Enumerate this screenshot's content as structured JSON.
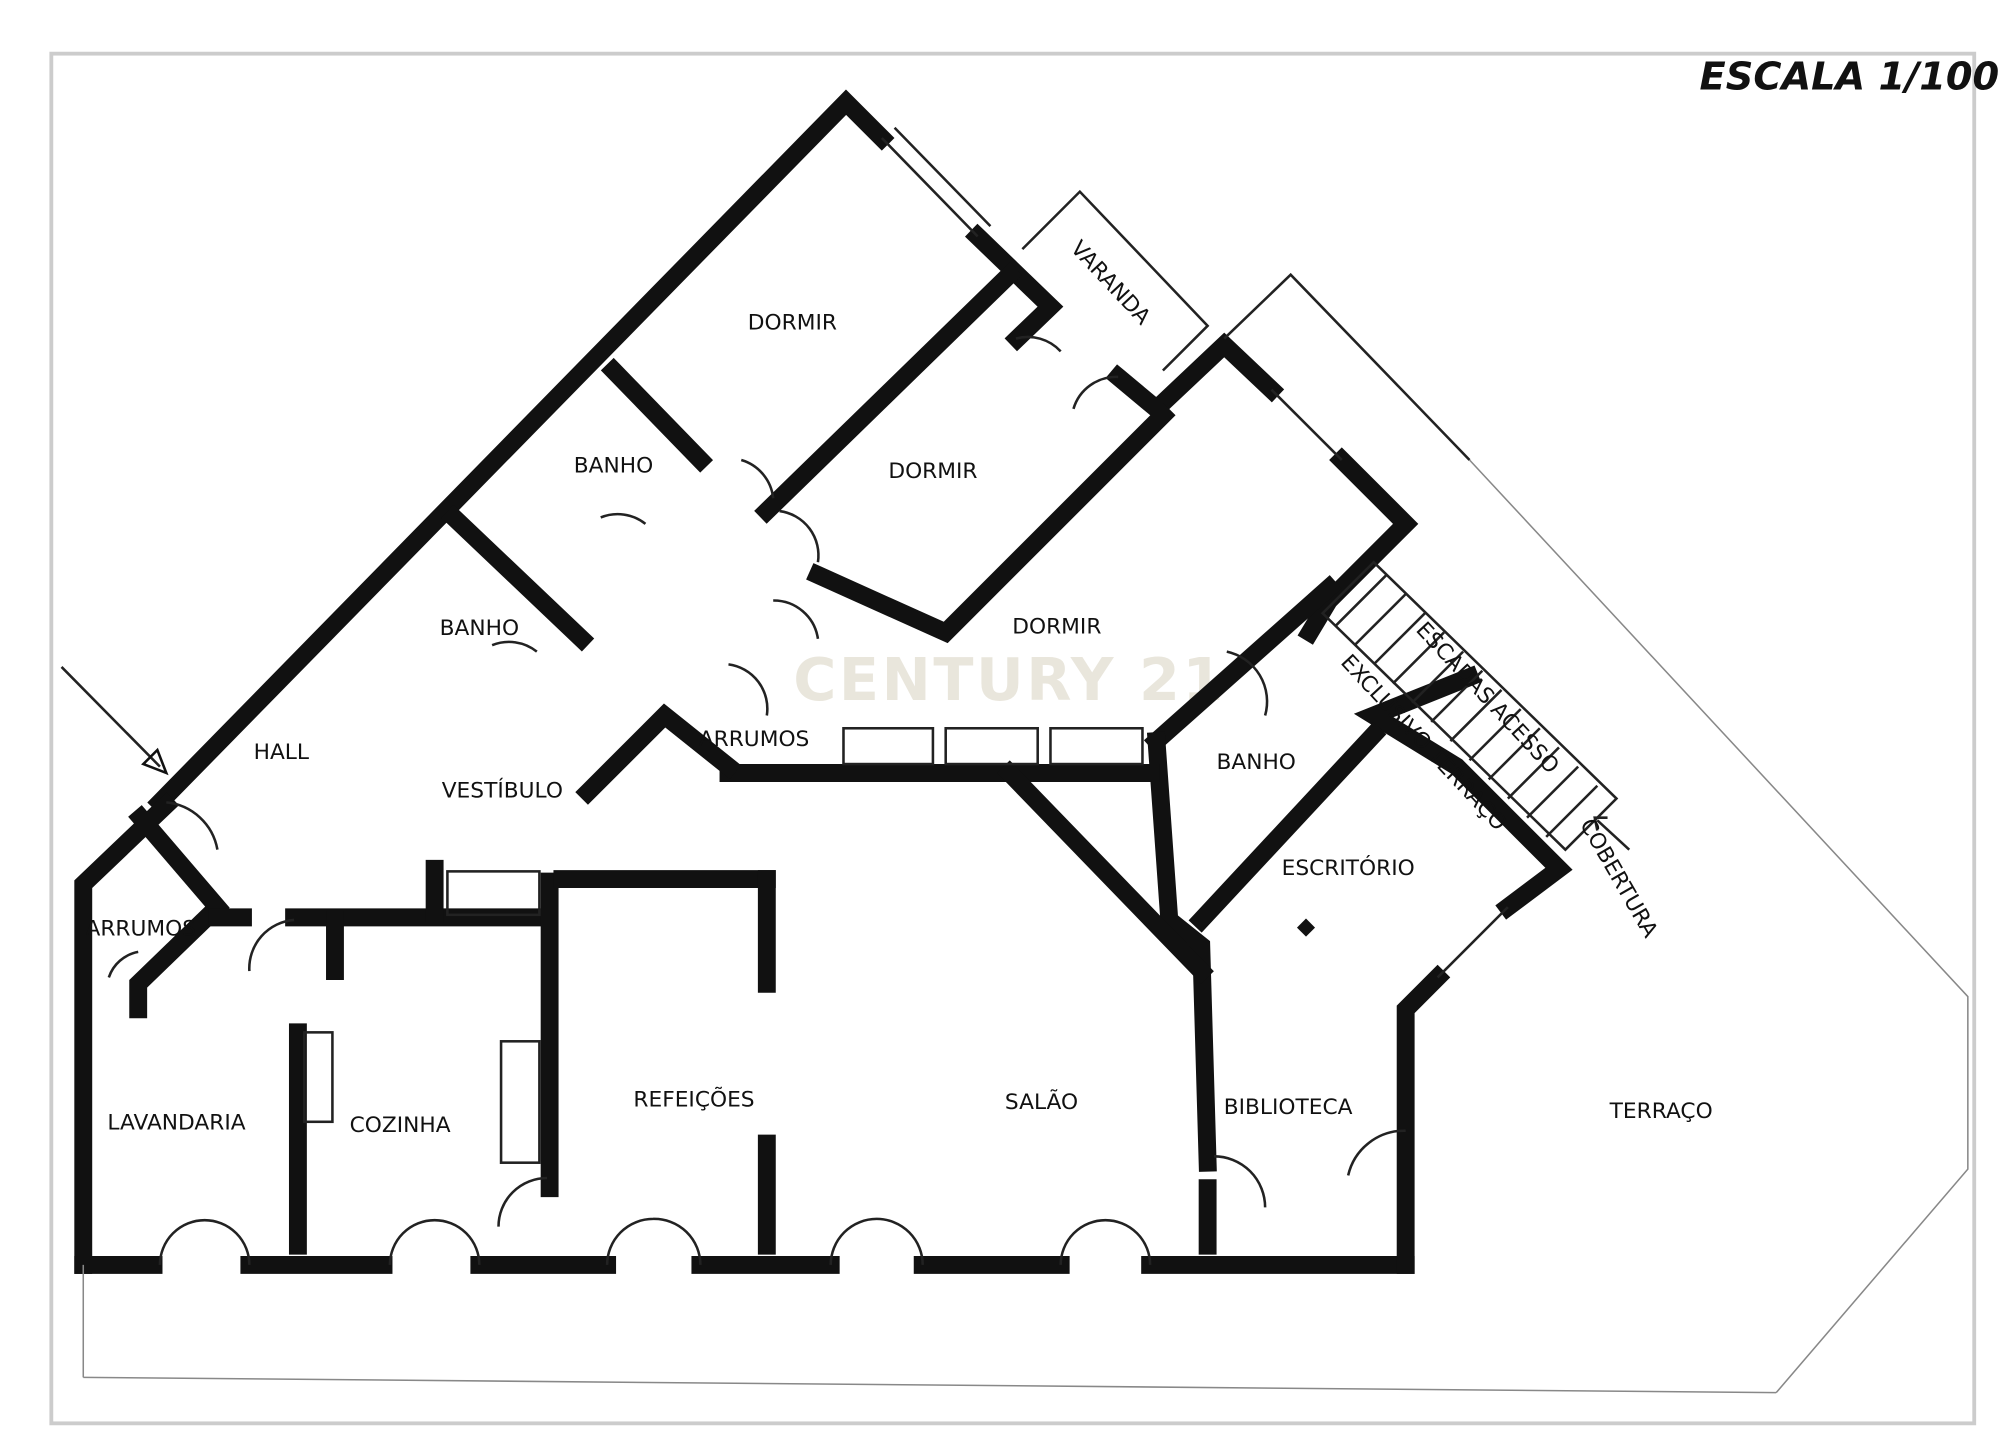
{
  "scale_label": "ESCALA 1/100",
  "watermark": "CENTURY 21",
  "rooms": {
    "dormir_1": "DORMIR",
    "dormir_2": "DORMIR",
    "dormir_3": "DORMIR",
    "varanda": "VARANDA",
    "banho_1": "BANHO",
    "banho_2": "BANHO",
    "banho_3": "BANHO",
    "hall": "HALL",
    "vestibulo": "VESTÍBULO",
    "arrumos_1": "ARRUMOS",
    "arrumos_2": "ARRUMOS",
    "lavandaria": "LAVANDARIA",
    "cozinha": "COZINHA",
    "refeicoes": "REFEIÇÕES",
    "salao": "SALÃO",
    "biblioteca": "BIBLIOTECA",
    "escritorio": "ESCRITÓRIO",
    "terraco": "TERRAÇO"
  },
  "stairs_note": {
    "line1": "ESCADAS ACESSO",
    "line2": "EXCLUSIVO TERRAÇO",
    "line3": "COBERTURA"
  }
}
